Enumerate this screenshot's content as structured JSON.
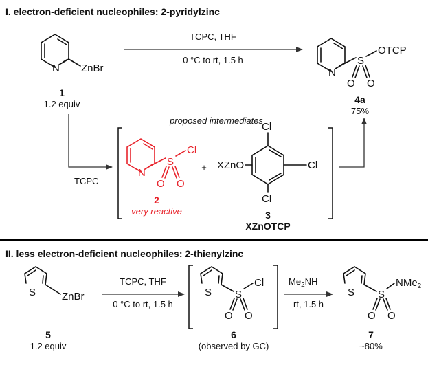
{
  "section1": {
    "title": "I. electron-deficient nucleophiles: 2-pyridylzinc",
    "reagent_label": "TCPC, THF",
    "conditions_label": "0 °C to rt, 1.5 h",
    "compound1": {
      "number": "1",
      "equiv": "1.2 equiv",
      "n_atom": "N",
      "substituent": "ZnBr"
    },
    "product4a": {
      "number": "4a",
      "yield": "75%",
      "n_atom": "N",
      "s_atom": "S",
      "o_atom": "O",
      "substituent": "OTCP"
    },
    "branch_label": "TCPC",
    "proposed_label": "proposed intermediates",
    "intermediate2": {
      "number": "2",
      "note": "very reactive",
      "n_atom": "N",
      "s_atom": "S",
      "o_atom": "O",
      "cl_atom": "Cl"
    },
    "plus": "+",
    "intermediate3": {
      "number": "3",
      "name": "XZnOTCP",
      "prefix": "XZnO",
      "cl_atom": "Cl"
    }
  },
  "section2": {
    "title": "II. less electron-deficient nucleophiles: 2-thienylzinc",
    "reagent_label": "TCPC, THF",
    "conditions_label": "0 °C to rt, 1.5 h",
    "compound5": {
      "number": "5",
      "equiv": "1.2 equiv",
      "s_atom": "S",
      "substituent": "ZnBr"
    },
    "intermediate6": {
      "number": "6",
      "note": "(observed by GC)",
      "s_atom": "S",
      "o_atom": "O",
      "cl_atom": "Cl"
    },
    "amine_reagent": {
      "base": "Me",
      "sub": "2",
      "tail": "NH"
    },
    "amine_conditions": "rt, 1.5 h",
    "product7": {
      "number": "7",
      "yield": "~80%",
      "s_atom": "S",
      "o_atom": "O",
      "amine_base": "NMe",
      "amine_sub": "2"
    }
  },
  "colors": {
    "highlight": "#e8242c",
    "ink": "#111111"
  }
}
